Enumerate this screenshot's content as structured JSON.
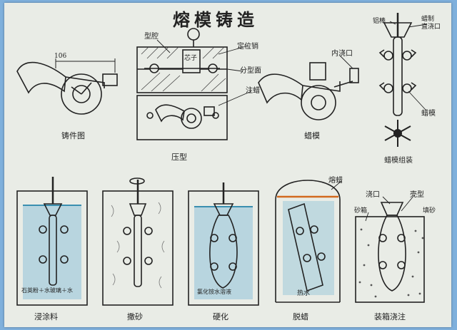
{
  "title": "熔模铸造",
  "labels": {
    "dimension": "106",
    "casting": "铸件图",
    "mold_cavity": "型腔",
    "core": "芯子",
    "locating_pin": "定位销",
    "parting_surface": "分型面",
    "wax_injection": "注蜡",
    "pressing": "压型",
    "inner_gate": "内浇口",
    "wax_pattern": "蜡模",
    "aluminum_rod": "铝棒",
    "wax_sprue": "蜡制\n直浇口",
    "wax_pattern_right": "蜡模",
    "wax_assembly": "蜡模组装",
    "coating_caption": "石英粉＋水玻璃＋水",
    "dip_coating": "浸涂料",
    "sanding": "撒砂",
    "solution": "氯化铵水溶液",
    "hardening": "硬化",
    "melt_wax": "熔蜡",
    "hot_water": "热水",
    "dewaxing": "脱蜡",
    "pouring_cup": "浇口",
    "shell": "壳型",
    "sand_box": "砂箱",
    "filler_sand": "填砂",
    "boxing_pouring": "装箱浇注"
  },
  "colors": {
    "board": "#e9ece6",
    "line": "#222222",
    "water": "#8fc3d8",
    "hatch": "#444444",
    "wax_heater": "#d2691e"
  }
}
